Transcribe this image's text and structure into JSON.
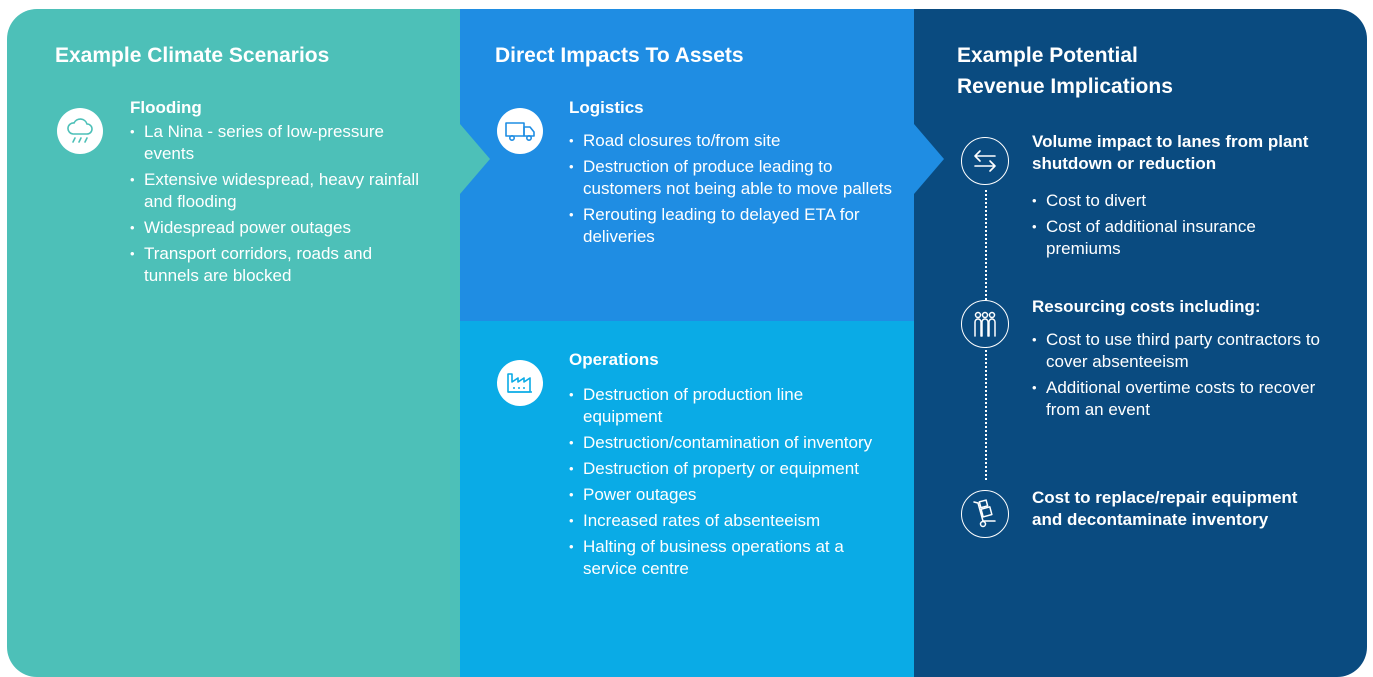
{
  "colors": {
    "scenarios": "#4dc0b8",
    "logistics": "#1f8de3",
    "operations": "#0aabe6",
    "revenue": "#0a4b80",
    "text": "#ffffff"
  },
  "col1": {
    "title": "Example Climate Scenarios",
    "icon": "rain-cloud-icon",
    "subtitle": "Flooding",
    "bullets": [
      "La Nina - series of low-pressure events",
      "Extensive widespread, heavy rainfall and flooding",
      "Widespread power outages",
      "Transport corridors, roads and tunnels are blocked"
    ]
  },
  "col2": {
    "title": "Direct Impacts To Assets",
    "logistics": {
      "icon": "truck-icon",
      "subtitle": "Logistics",
      "bullets": [
        "Road closures to/from site",
        "Destruction of produce leading to customers not being able to move pallets",
        "Rerouting leading to delayed ETA for deliveries"
      ]
    },
    "operations": {
      "icon": "factory-icon",
      "subtitle": "Operations",
      "bullets": [
        "Destruction of production line equipment",
        "Destruction/contamination of inventory",
        "Destruction of property or equipment",
        "Power outages",
        "Increased rates of absenteeism",
        "Halting of business operations at a service centre"
      ]
    }
  },
  "col3": {
    "title_line1": "Example Potential",
    "title_line2": "Revenue Implications",
    "items": [
      {
        "icon": "arrows-exchange-icon",
        "title": "Volume impact to lanes from plant shutdown or reduction",
        "bullets": [
          "Cost to divert",
          "Cost of additional insurance premiums"
        ]
      },
      {
        "icon": "people-group-icon",
        "title": "Resourcing costs including:",
        "bullets": [
          "Cost to use third party contractors to cover absenteeism",
          "Additional overtime costs to recover from an event"
        ]
      },
      {
        "icon": "hand-truck-icon",
        "title": "Cost to replace/repair equipment and decontaminate inventory",
        "bullets": []
      }
    ]
  }
}
